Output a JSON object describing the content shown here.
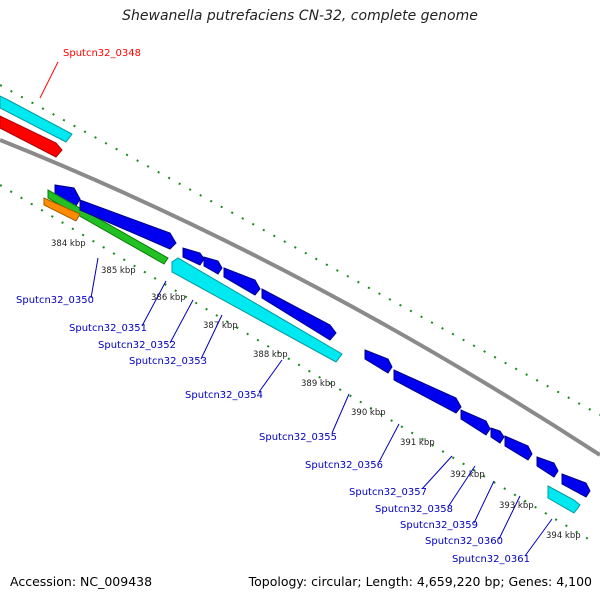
{
  "title": "Shewanella putrefaciens CN-32, complete genome",
  "footer": {
    "accession": "Accession: NC_009438",
    "summary": "Topology: circular; Length: 4,659,220 bp; Genes: 4,100"
  },
  "colors": {
    "backbone": "#8a8a8a",
    "tick": "#1a8a1a",
    "highlight_label": "#ff0000",
    "gene_label": "#0000c0",
    "cds_blue": "#0000ee",
    "rna_cyan": "#00e8f0",
    "gene_green": "#22c022",
    "gene_orange": "#ff8c00",
    "gene_red": "#ff0000"
  },
  "kbp_labels": [
    "384 kbp",
    "385 kbp",
    "386 kbp",
    "387 kbp",
    "388 kbp",
    "389 kbp",
    "390 kbp",
    "391 kbp",
    "392 kbp",
    "393 kbp",
    "394 kbp"
  ],
  "gene_labels": [
    {
      "id": "g0348",
      "text": "Sputcn32_0348",
      "highlight": true
    },
    {
      "id": "g0350",
      "text": "Sputcn32_0350",
      "highlight": false
    },
    {
      "id": "g0351",
      "text": "Sputcn32_0351",
      "highlight": false
    },
    {
      "id": "g0352",
      "text": "Sputcn32_0352",
      "highlight": false
    },
    {
      "id": "g0353",
      "text": "Sputcn32_0353",
      "highlight": false
    },
    {
      "id": "g0354",
      "text": "Sputcn32_0354",
      "highlight": false
    },
    {
      "id": "g0355",
      "text": "Sputcn32_0355",
      "highlight": false
    },
    {
      "id": "g0356",
      "text": "Sputcn32_0356",
      "highlight": false
    },
    {
      "id": "g0357",
      "text": "Sputcn32_0357",
      "highlight": false
    },
    {
      "id": "g0358",
      "text": "Sputcn32_0358",
      "highlight": false
    },
    {
      "id": "g0359",
      "text": "Sputcn32_0359",
      "highlight": false
    },
    {
      "id": "g0360",
      "text": "Sputcn32_0360",
      "highlight": false
    },
    {
      "id": "g0361",
      "text": "Sputcn32_0361",
      "highlight": false
    }
  ]
}
